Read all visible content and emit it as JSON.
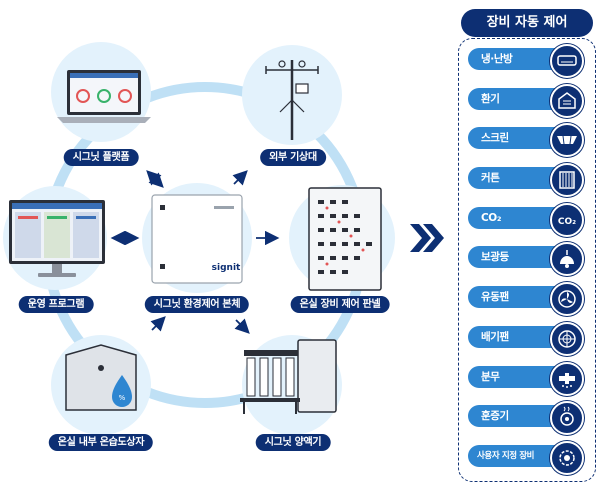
{
  "nodes": {
    "platform": "시그닛 플랫폼",
    "weather_station": "외부 기상대",
    "operating_program": "운영 프로그램",
    "main_unit": "시그닛 환경제어 본체",
    "control_panel": "온실 장비 제어 판넬",
    "indoor_sensor": "온실 내부 온습도상자",
    "nutrient_unit": "시그닛 양액기"
  },
  "main_unit_logo": "signit",
  "panel": {
    "title": "장비 자동 제어",
    "devices": [
      {
        "label": "냉·난방",
        "icon": "air-conditioner-icon"
      },
      {
        "label": "환기",
        "icon": "ventilation-icon"
      },
      {
        "label": "스크린",
        "icon": "screen-icon"
      },
      {
        "label": "커튼",
        "icon": "curtain-icon"
      },
      {
        "label": "CO₂",
        "icon": "co2-icon",
        "icon_text": "CO₂"
      },
      {
        "label": "보광등",
        "icon": "lamp-icon"
      },
      {
        "label": "유동팬",
        "icon": "circulation-fan-icon"
      },
      {
        "label": "배기팬",
        "icon": "exhaust-fan-icon"
      },
      {
        "label": "분무",
        "icon": "sprayer-icon"
      },
      {
        "label": "훈증기",
        "icon": "fumigator-icon"
      },
      {
        "label": "사용자 지정 장비",
        "icon": "custom-device-icon"
      }
    ]
  },
  "colors": {
    "navy": "#0d2f73",
    "accent_blue": "#2e86d1",
    "ring_light_blue": "#bfe0f5",
    "circle_bg": "#e3f2fc"
  }
}
